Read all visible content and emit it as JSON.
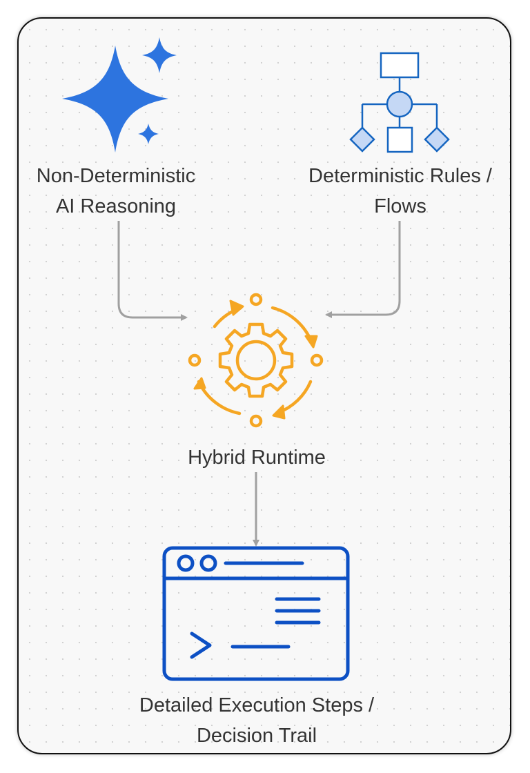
{
  "nodes": {
    "ai_reasoning": {
      "line1": "Non-Deterministic",
      "line2": "AI Reasoning",
      "icon": "sparkle-icon"
    },
    "deterministic_rules": {
      "line1": "Deterministic Rules /",
      "line2": "Flows",
      "icon": "flowchart-icon"
    },
    "hybrid_runtime": {
      "line1": "Hybrid Runtime",
      "icon": "gear-cycle-icon"
    },
    "execution_steps": {
      "line1": "Detailed Execution Steps /",
      "line2": "Decision Trail",
      "icon": "terminal-window-icon"
    }
  },
  "colors": {
    "sparkle_blue": "#2d74df",
    "flowchart_blue": "#1565c0",
    "flowchart_fill": "#c5d8f5",
    "gear_orange": "#f5a623",
    "terminal_blue": "#0d50c4",
    "arrow_gray": "#a0a0a0",
    "text": "#333333"
  }
}
